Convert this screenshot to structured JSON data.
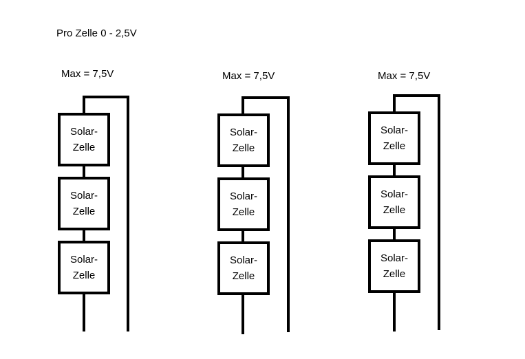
{
  "header": {
    "text": "Pro Zelle 0 - 2,5V"
  },
  "strings": [
    {
      "max_label": "Max = 7,5V",
      "cells": [
        "Solar- Zelle",
        "Solar- Zelle",
        "Solar- Zelle"
      ]
    },
    {
      "max_label": "Max = 7,5V",
      "cells": [
        "Solar- Zelle",
        "Solar- Zelle",
        "Solar- Zelle"
      ]
    },
    {
      "max_label": "Max = 7,5V",
      "cells": [
        "Solar- Zelle",
        "Solar- Zelle",
        "Solar- Zelle"
      ]
    }
  ]
}
